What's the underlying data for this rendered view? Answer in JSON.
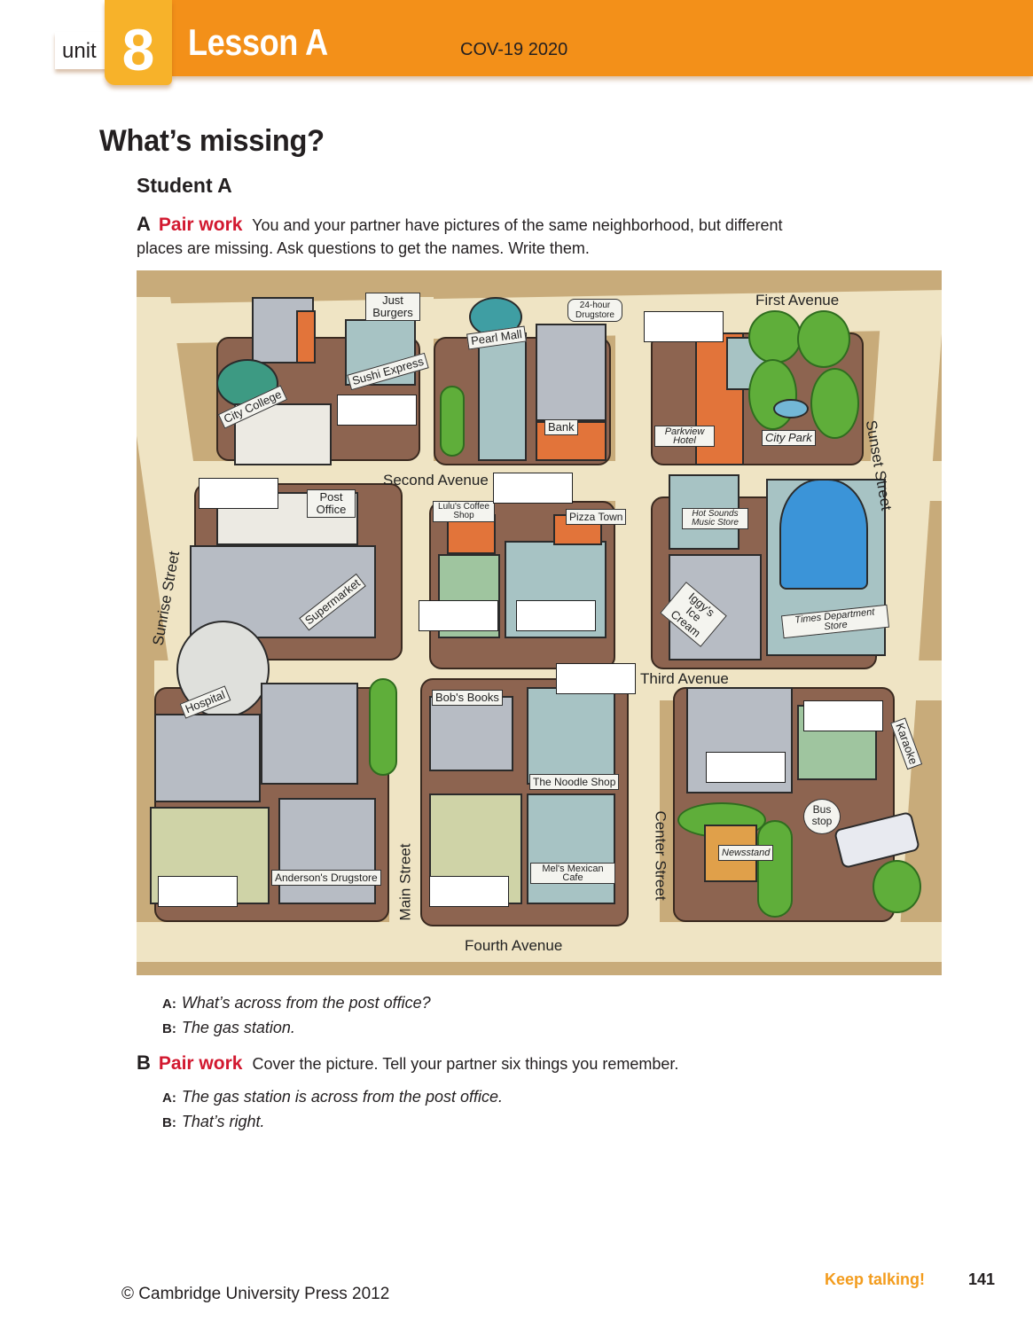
{
  "header": {
    "unit_label": "unit",
    "unit_number": "8",
    "lesson_title": "Lesson A",
    "edition_label": "COV-19 2020",
    "colors": {
      "bar": "#f39019",
      "unit_box": "#f7b22a"
    }
  },
  "activity": {
    "title": "What’s missing?",
    "student": "Student A",
    "part_a": {
      "letter": "A",
      "label": "Pair work",
      "instructions": "You and your partner have pictures of the same neighborhood, but different places are missing. Ask questions to get the names. Write them."
    },
    "example_a": [
      {
        "speaker": "A:",
        "line": "What’s across from the post office?"
      },
      {
        "speaker": "B:",
        "line": "The gas station."
      }
    ],
    "part_b": {
      "letter": "B",
      "label": "Pair work",
      "instructions": "Cover the picture. Tell your partner six things you remember."
    },
    "example_b": [
      {
        "speaker": "A:",
        "line": "The gas station is across from the post office."
      },
      {
        "speaker": "B:",
        "line": "That’s right."
      }
    ],
    "accent_color": "#d2182f"
  },
  "map": {
    "streets": {
      "first_avenue": "First Avenue",
      "second_avenue": "Second Avenue",
      "third_avenue": "Third Avenue",
      "fourth_avenue": "Fourth Avenue",
      "sunrise_street": "Sunrise Street",
      "main_street": "Main Street",
      "center_street": "Center Street",
      "sunset_street": "Sunset Street"
    },
    "places": {
      "just_burgers": "Just Burgers",
      "sushi_express": "Sushi Express",
      "city_college": "City College",
      "pearl_mall": "Pearl Mall",
      "drugstore_24": "24-hour Drugstore",
      "bank": "Bank",
      "parkview_hotel": "Parkview Hotel",
      "city_park": "City Park",
      "post_office": "Post Office",
      "lulus_coffee": "Lulu's Coffee Shop",
      "pizza_town": "Pizza Town",
      "hot_sounds": "Hot Sounds Music Store",
      "supermarket": "Supermarket",
      "iggys": "Iggy's Ice Cream",
      "times_dept": "Times Department Store",
      "hospital": "Hospital",
      "bobs_books": "Bob's Books",
      "noodle_shop": "The Noodle Shop",
      "karaoke": "Karaoke",
      "andersons": "Anderson's Drugstore",
      "mels": "Mel's Mexican Cafe",
      "newsstand": "Newsstand",
      "bus_stop": "Bus stop"
    },
    "blank_boxes": 12
  },
  "footer": {
    "copyright": "© Cambridge University Press 2012",
    "section_name": "Keep talking!",
    "page_number": "141"
  }
}
